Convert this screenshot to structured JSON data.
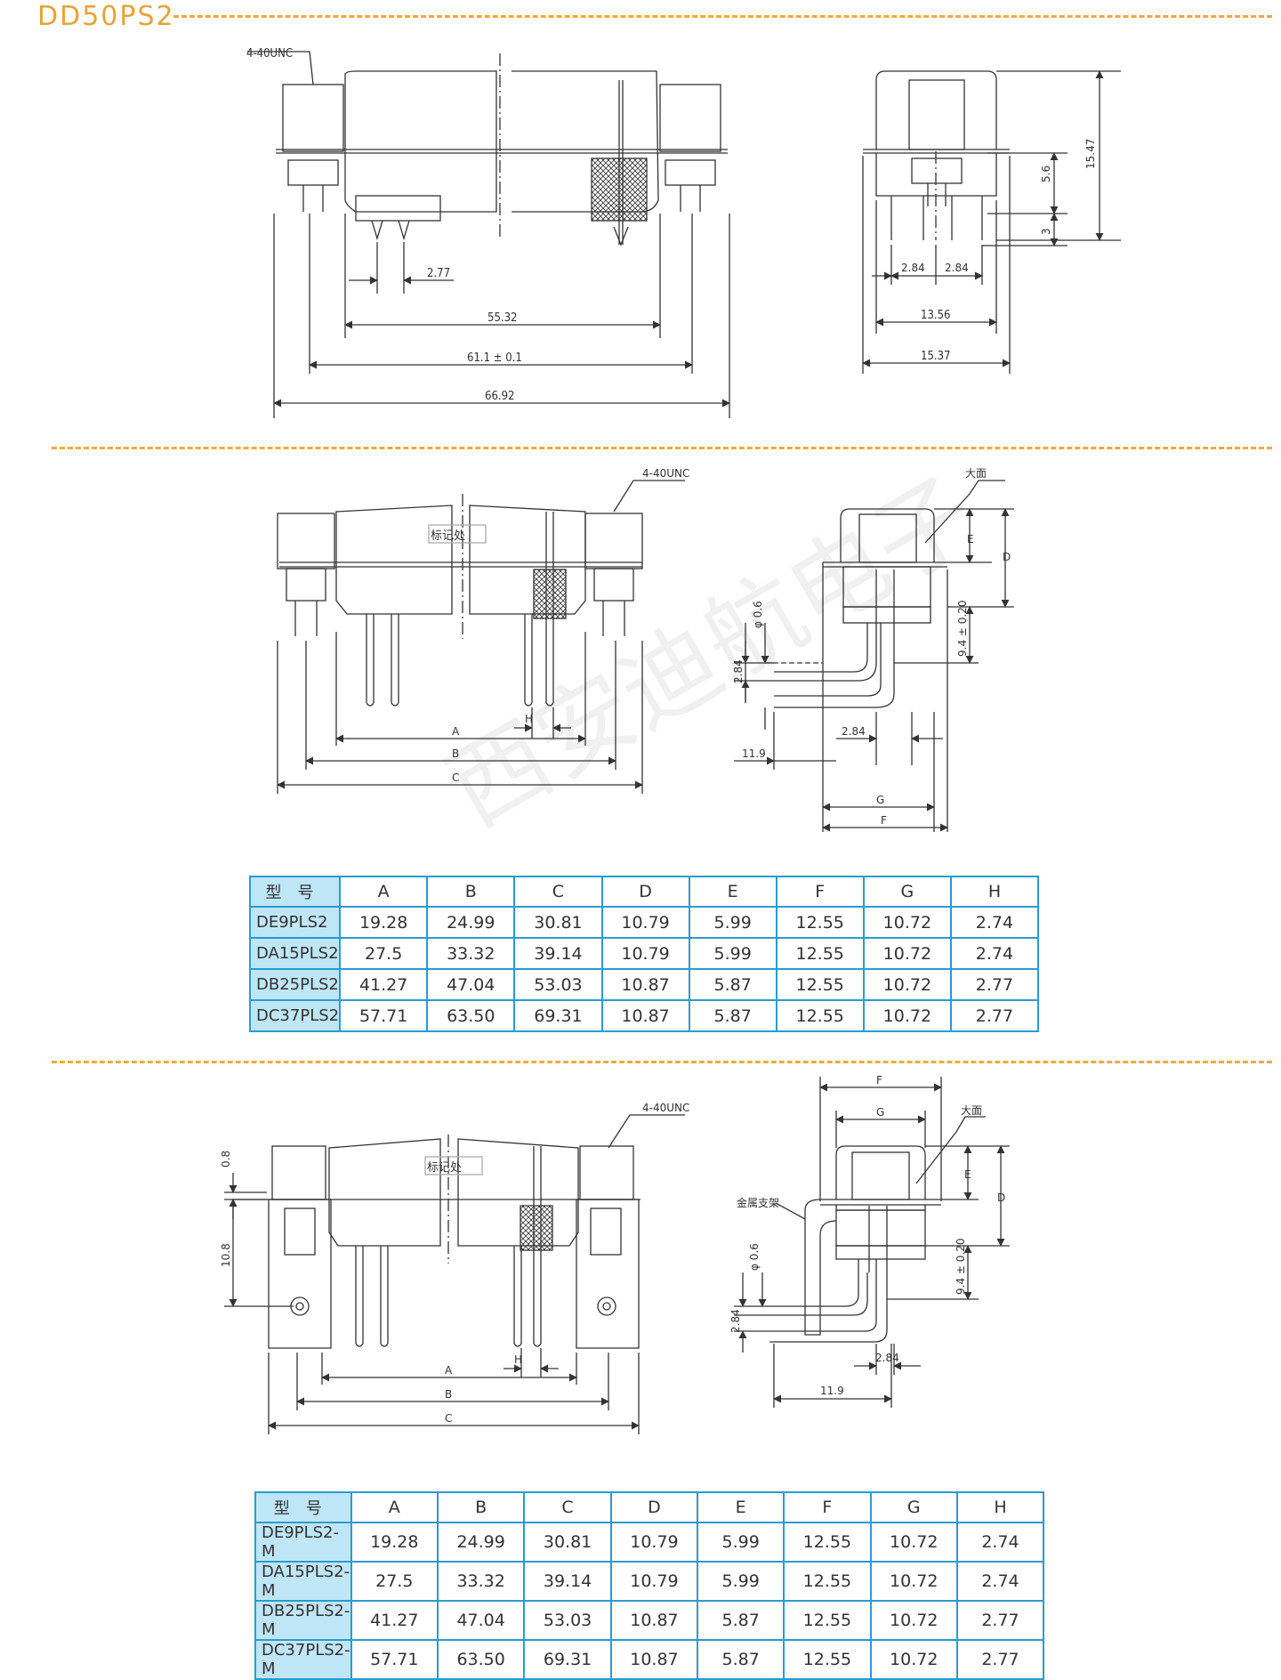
{
  "header": {
    "title": "DD50PS2"
  },
  "figure1": {
    "thread": "4-40UNC",
    "dims": {
      "pitch": "2.77",
      "d1": "55.32",
      "d2": "61.1 ± 0.1",
      "d3": "66.92",
      "side_h1": "5.6",
      "side_h2": "15.47",
      "side_h3": "3",
      "side_p1": "2.84",
      "side_p2": "2.84",
      "side_w1": "13.56",
      "side_w2": "15.37"
    }
  },
  "figure2": {
    "thread": "4-40UNC",
    "mark": "标记处",
    "big_face": "大面",
    "labels": {
      "A": "A",
      "B": "B",
      "C": "C",
      "H": "H",
      "D": "D",
      "E": "E",
      "F": "F",
      "G": "G"
    },
    "dims": {
      "pin_dia": "φ 0.6",
      "pin_pitch": "2.84",
      "height": "9.4 ± 0.20",
      "offset": "2.84",
      "length": "11.9"
    }
  },
  "table1": {
    "header": [
      "型号",
      "A",
      "B",
      "C",
      "D",
      "E",
      "F",
      "G",
      "H"
    ],
    "rows": [
      [
        "DE9PLS2",
        "19.28",
        "24.99",
        "30.81",
        "10.79",
        "5.99",
        "12.55",
        "10.72",
        "2.74"
      ],
      [
        "DA15PLS2",
        "27.5",
        "33.32",
        "39.14",
        "10.79",
        "5.99",
        "12.55",
        "10.72",
        "2.74"
      ],
      [
        "DB25PLS2",
        "41.27",
        "47.04",
        "53.03",
        "10.87",
        "5.87",
        "12.55",
        "10.72",
        "2.77"
      ],
      [
        "DC37PLS2",
        "57.71",
        "63.50",
        "69.31",
        "10.87",
        "5.87",
        "12.55",
        "10.72",
        "2.77"
      ]
    ]
  },
  "figure3": {
    "thread": "4-40UNC",
    "mark": "标记处",
    "big_face": "大面",
    "bracket": "金属支架",
    "labels": {
      "A": "A",
      "B": "B",
      "C": "C",
      "H": "H",
      "D": "D",
      "E": "E",
      "F": "F",
      "G": "G"
    },
    "dims": {
      "top": "0.8",
      "mid": "10.8",
      "pin_dia": "φ 0.6",
      "pin_pitch": "2.84",
      "height": "9.4 ± 0.20",
      "offset": "2.84",
      "length": "11.9"
    }
  },
  "table2": {
    "header": [
      "型号",
      "A",
      "B",
      "C",
      "D",
      "E",
      "F",
      "G",
      "H"
    ],
    "rows": [
      [
        "DE9PLS2-M",
        "19.28",
        "24.99",
        "30.81",
        "10.79",
        "5.99",
        "12.55",
        "10.72",
        "2.74"
      ],
      [
        "DA15PLS2-M",
        "27.5",
        "33.32",
        "39.14",
        "10.79",
        "5.99",
        "12.55",
        "10.72",
        "2.74"
      ],
      [
        "DB25PLS2-M",
        "41.27",
        "47.04",
        "53.03",
        "10.87",
        "5.87",
        "12.55",
        "10.72",
        "2.77"
      ],
      [
        "DC37PLS2-M",
        "57.71",
        "63.50",
        "69.31",
        "10.87",
        "5.87",
        "12.55",
        "10.72",
        "2.77"
      ]
    ]
  },
  "watermark": "西安迪航电子"
}
